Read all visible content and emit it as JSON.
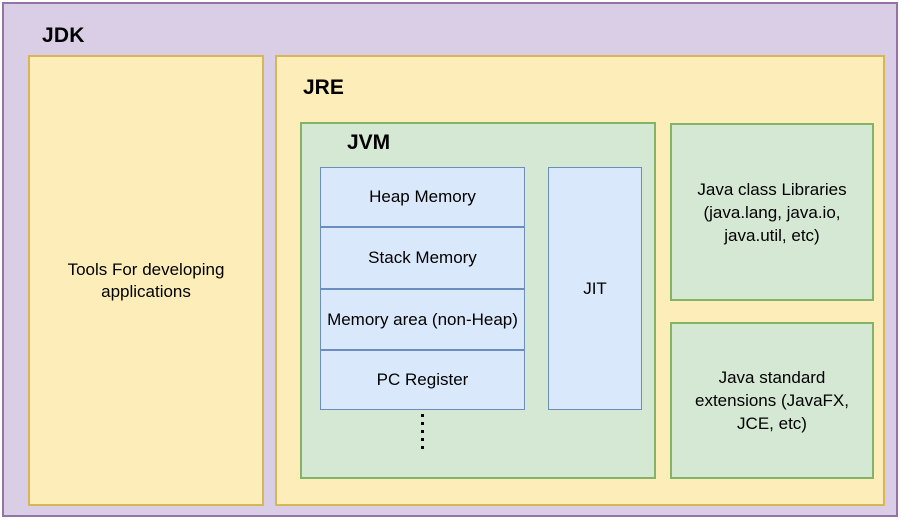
{
  "diagram": {
    "title": "JDK / JRE / JVM architecture",
    "colors": {
      "jdk_fill": "#d9cee6",
      "jdk_stroke": "#9673a6",
      "jre_fill": "#fdeeb9",
      "jre_stroke": "#d6b656",
      "jvm_fill": "#d5e8d4",
      "jvm_stroke": "#82b366",
      "memory_fill": "#dae8fc",
      "memory_stroke": "#6c8ebf",
      "text": "#000000"
    },
    "jdk": {
      "label": "JDK",
      "tools": {
        "text": "Tools For developing applications"
      }
    },
    "jre": {
      "label": "JRE",
      "jvm": {
        "label": "JVM",
        "memory_rows": [
          {
            "label": "Heap Memory"
          },
          {
            "label": "Stack Memory"
          },
          {
            "label": "Memory area (non-Heap)"
          },
          {
            "label": "PC Register"
          }
        ],
        "ellipsis_dot_count": 5,
        "jit": {
          "label": "JIT"
        }
      },
      "libraries": [
        {
          "label": "Java class Libraries (java.lang, java.io, java.util, etc)"
        },
        {
          "label": "Java standard extensions (JavaFX, JCE, etc)"
        }
      ]
    }
  }
}
